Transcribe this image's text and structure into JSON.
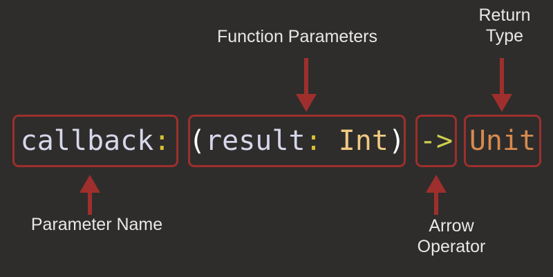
{
  "diagram": {
    "title": "Kotlin callback parameter signature annotated diagram",
    "background_color": "#2e2d2c",
    "annotation_color": "#9e2f2c",
    "label_color": "#e8e8e8"
  },
  "labels": {
    "function_parameters": "Function Parameters",
    "return_type": "Return\nType",
    "parameter_name": "Parameter Name",
    "arrow_operator": "Arrow\nOperator"
  },
  "signature": {
    "full_text": "callback: (result: Int) -> Unit",
    "boxes": [
      {
        "name": "parameter-name",
        "tokens": [
          {
            "text": "callback",
            "color": "#d7d7ea",
            "role": "identifier"
          },
          {
            "text": ":",
            "color": "#d6c030",
            "role": "colon"
          }
        ]
      },
      {
        "name": "function-parameters",
        "tokens": [
          {
            "text": "(",
            "color": "#ffffff",
            "role": "punctuation"
          },
          {
            "text": "result",
            "color": "#d7d7ea",
            "role": "identifier"
          },
          {
            "text": ":",
            "color": "#d6c030",
            "role": "colon"
          },
          {
            "text": " Int",
            "color": "#f0ca82",
            "role": "type"
          },
          {
            "text": ")",
            "color": "#ffffff",
            "role": "punctuation"
          }
        ]
      },
      {
        "name": "arrow-operator",
        "tokens": [
          {
            "text": "->",
            "color": "#cfcf4f",
            "role": "operator"
          }
        ]
      },
      {
        "name": "return-type",
        "tokens": [
          {
            "text": "Unit",
            "color": "#d98a4e",
            "role": "type"
          }
        ]
      }
    ]
  },
  "pointers": [
    {
      "name": "arrow-to-function-parameters",
      "direction": "down",
      "target": "function-parameters"
    },
    {
      "name": "arrow-to-return-type",
      "direction": "down",
      "target": "return-type"
    },
    {
      "name": "arrow-to-parameter-name",
      "direction": "up",
      "target": "parameter-name"
    },
    {
      "name": "arrow-to-arrow-operator",
      "direction": "up",
      "target": "arrow-operator"
    }
  ]
}
